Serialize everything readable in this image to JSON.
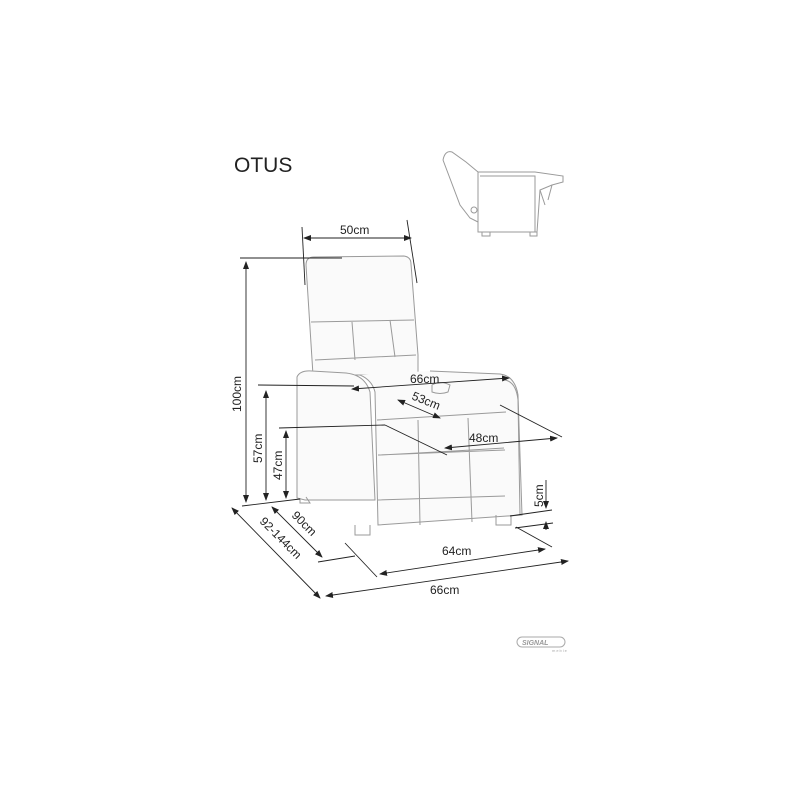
{
  "title": "OTUS",
  "dimensions": {
    "backrest_width": "50cm",
    "total_height": "100cm",
    "armrest_height": "57cm",
    "seat_height": "47cm",
    "width_between_armrests": "66cm",
    "seat_depth": "53cm",
    "seat_width": "48cm",
    "leg_height": "5cm",
    "depth": "90cm",
    "depth_reclined": "92-144cm",
    "base_width": "64cm",
    "total_width": "66cm"
  },
  "logo": {
    "brand": "SIGNAL",
    "sub": "meble"
  }
}
